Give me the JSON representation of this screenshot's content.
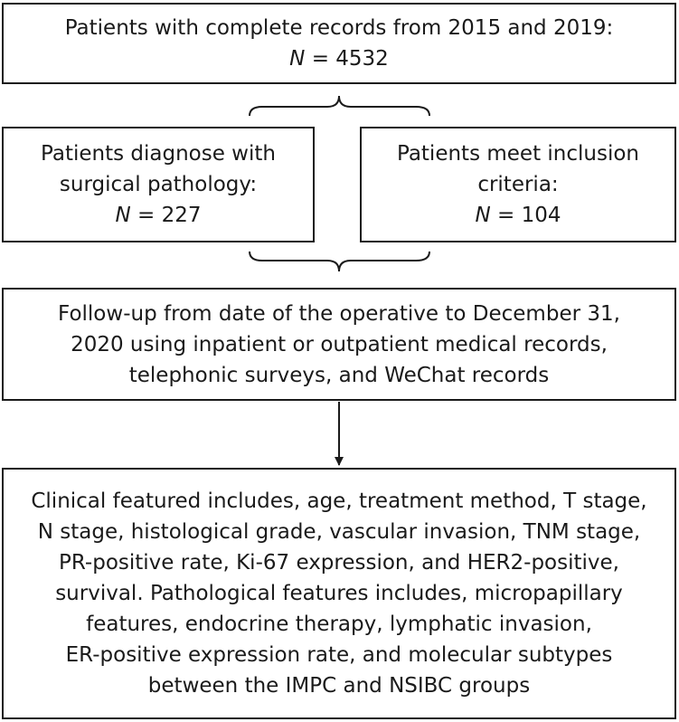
{
  "boxes": {
    "records": {
      "line1": "Patients with complete records from 2015 and 2019:",
      "n_symbol": "N",
      "n_value": " = 4532"
    },
    "surgical": {
      "line1": "Patients diagnose with",
      "line2": "surgical pathology:",
      "n_symbol": "N",
      "n_value": " = 227"
    },
    "inclusion": {
      "line1": "Patients meet inclusion",
      "line2": "criteria:",
      "n_symbol": "N",
      "n_value": " = 104"
    },
    "followup": {
      "lines": [
        "Follow-up from date of the operative to December 31,",
        "2020 using inpatient or outpatient medical records,",
        "telephonic surveys, and WeChat records"
      ]
    },
    "clinical": {
      "lines": [
        "Clinical featured includes, age, treatment method, T stage,",
        "N stage, histological grade, vascular invasion, TNM stage,",
        "PR-positive rate, Ki-67 expression, and HER2-positive,",
        "survival. Pathological features includes, micropapillary",
        "features, endocrine therapy, lymphatic invasion,",
        "ER-positive expression rate, and molecular subtypes",
        "between the IMPC and NSIBC groups"
      ]
    }
  }
}
